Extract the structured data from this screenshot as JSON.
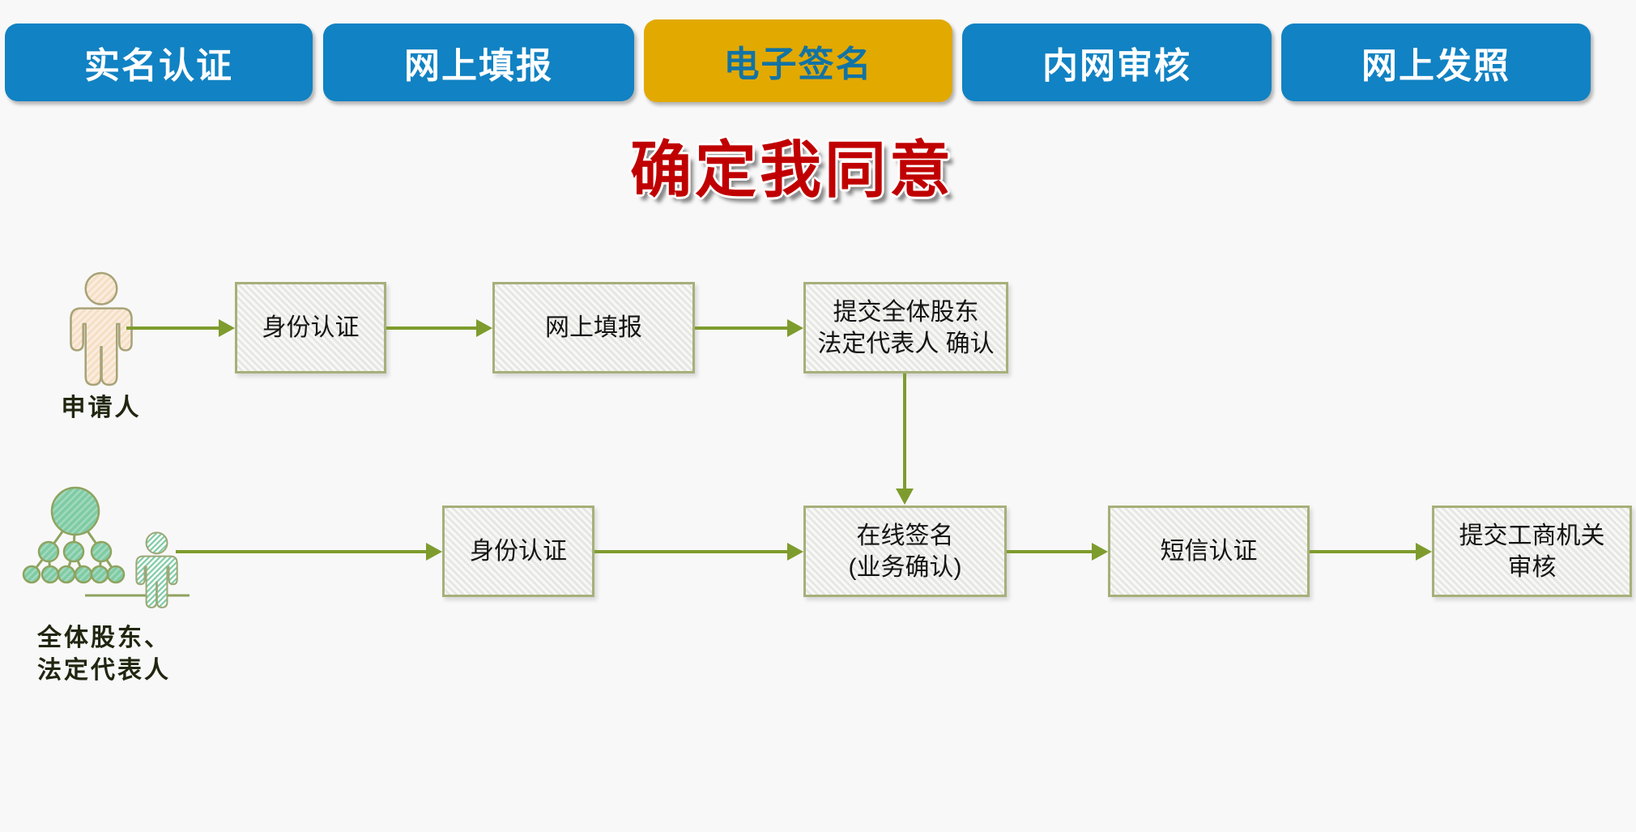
{
  "steps_nav": {
    "items": [
      {
        "label": "实名认证",
        "active": false
      },
      {
        "label": "网上填报",
        "active": false
      },
      {
        "label": "电子签名",
        "active": true
      },
      {
        "label": "内网审核",
        "active": false
      },
      {
        "label": "网上发照",
        "active": false
      }
    ]
  },
  "title": {
    "text": "确定我同意"
  },
  "flow": {
    "actors": {
      "applicant": {
        "label": "申请人"
      },
      "shareholders": {
        "label_line1": "全体股东、",
        "label_line2": "法定代表人"
      }
    },
    "row1": {
      "boxes": [
        {
          "lines": [
            "身份认证"
          ]
        },
        {
          "lines": [
            "网上填报"
          ]
        },
        {
          "lines": [
            "提交全体股东",
            "法定代表人 确认"
          ]
        }
      ]
    },
    "row2": {
      "boxes": [
        {
          "lines": [
            "身份认证"
          ]
        },
        {
          "lines": [
            "在线签名",
            "(业务确认)"
          ]
        },
        {
          "lines": [
            "短信认证"
          ]
        },
        {
          "lines": [
            "提交工商机关",
            "审核"
          ]
        }
      ]
    }
  },
  "icons": {
    "applicant": "person-icon",
    "shareholders": "org-chart-group-icon"
  },
  "colors": {
    "tab_inactive_bg": "#1182C3",
    "tab_active_bg": "#E2A900",
    "tab_inactive_text": "#FFFFFF",
    "tab_active_text": "#1273A5",
    "title_text": "#C00000",
    "arrow": "#7E9C2E",
    "box_border": "#A6B07A",
    "box_fill": "#F0F0EE",
    "person_fill": "#F6DEC4",
    "group_fill": "#7ECBA4",
    "label_text": "#20260F",
    "background": "#F8F8F8"
  }
}
